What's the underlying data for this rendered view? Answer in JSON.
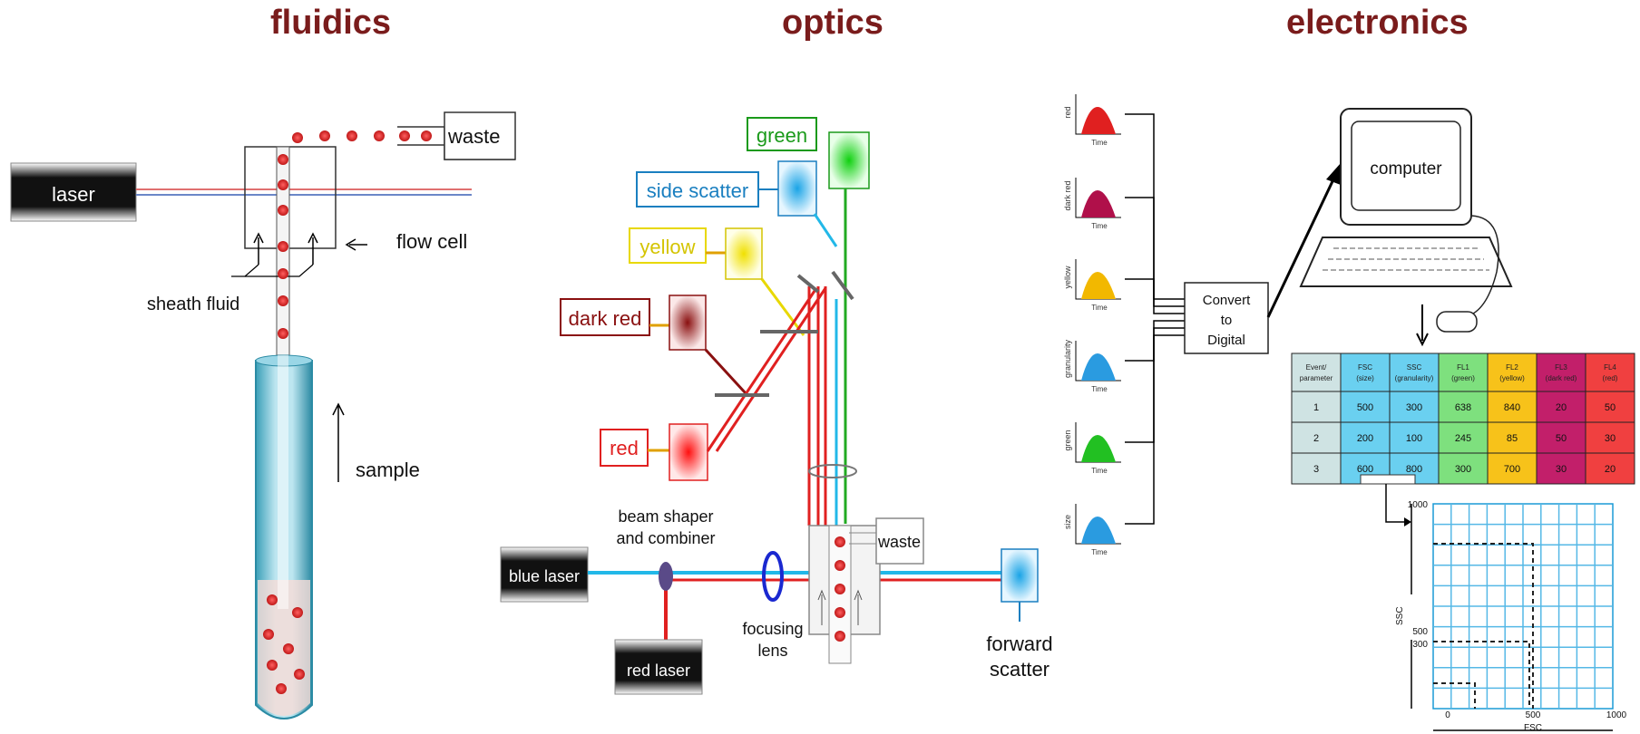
{
  "sections": {
    "fluidics": "fluidics",
    "optics": "optics",
    "electronics": "electronics"
  },
  "fluidics": {
    "laser": "laser",
    "waste": "waste",
    "flow_cell": "flow cell",
    "sheath_fluid": "sheath fluid",
    "sample": "sample"
  },
  "optics": {
    "green": "green",
    "side_scatter": "side scatter",
    "yellow": "yellow",
    "dark_red": "dark red",
    "red": "red",
    "beam_shaper_1": "beam shaper",
    "beam_shaper_2": "and combiner",
    "blue_laser": "blue laser",
    "red_laser": "red laser",
    "focusing_1": "focusing",
    "focusing_2": "lens",
    "waste": "waste",
    "forward_1": "forward",
    "forward_2": "scatter"
  },
  "electronics": {
    "pulses": [
      {
        "label": "red",
        "color": "#e02020"
      },
      {
        "label": "dark red",
        "color": "#b0104a"
      },
      {
        "label": "yellow",
        "color": "#f2b800"
      },
      {
        "label": "granularity",
        "color": "#2a9be0"
      },
      {
        "label": "green",
        "color": "#22c022"
      },
      {
        "label": "size",
        "color": "#2a9be0"
      }
    ],
    "time_label": "Time",
    "convert_1": "Convert",
    "convert_2": "to",
    "convert_3": "Digital",
    "computer": "computer",
    "table": {
      "headers": [
        {
          "l1": "Event/",
          "l2": "parameter",
          "color": "#cfe3e3"
        },
        {
          "l1": "FSC",
          "l2": "(size)",
          "color": "#6ad0f0"
        },
        {
          "l1": "SSC",
          "l2": "(granularity)",
          "color": "#6ad0f0"
        },
        {
          "l1": "FL1",
          "l2": "(green)",
          "color": "#7ee07e"
        },
        {
          "l1": "FL2",
          "l2": "(yellow)",
          "color": "#f7c21a"
        },
        {
          "l1": "FL3",
          "l2": "(dark red)",
          "color": "#c21f6a"
        },
        {
          "l1": "FL4",
          "l2": "(red)",
          "color": "#f04040"
        }
      ],
      "rows": [
        [
          "1",
          "500",
          "300",
          "638",
          "840",
          "20",
          "50"
        ],
        [
          "2",
          "200",
          "100",
          "245",
          "85",
          "50",
          "30"
        ],
        [
          "3",
          "600",
          "800",
          "300",
          "700",
          "30",
          "20"
        ]
      ]
    },
    "plot": {
      "y_top": "1000",
      "y_mid": "500",
      "y_low": "300",
      "y_label": "SSC",
      "x_0": "0",
      "x_mid": "500",
      "x_max": "1000",
      "x_label": "FSC"
    }
  }
}
